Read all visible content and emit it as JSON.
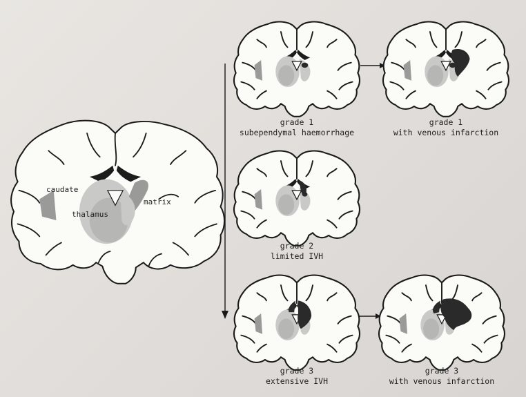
{
  "main_brain": {
    "labels": {
      "caudate": "caudate",
      "thalamus": "thalamus",
      "matrix": "matrix"
    }
  },
  "panels": [
    {
      "id": "grade1",
      "line1": "grade 1",
      "line2": "subependymal haemorrhage"
    },
    {
      "id": "grade1v",
      "line1": "grade 1",
      "line2": "with venous infarction"
    },
    {
      "id": "grade2",
      "line1": "grade 2",
      "line2": "limited IVH"
    },
    {
      "id": "grade3",
      "line1": "grade 3",
      "line2": "extensive IVH"
    },
    {
      "id": "grade3v",
      "line1": "grade 3",
      "line2": "with venous infarction"
    }
  ],
  "colors": {
    "outline": "#1a1a1a",
    "brain_fill": "#fbfbf8",
    "gray_matter": "#c9c9c8",
    "bleed": "#2a2a2a"
  }
}
